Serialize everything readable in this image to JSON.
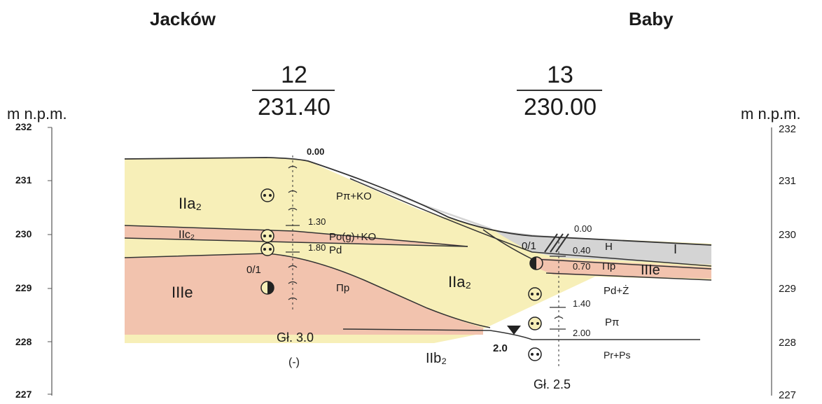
{
  "locations": {
    "left": "Jacków",
    "right": "Baby"
  },
  "boreholes": [
    {
      "number": "12",
      "elevation": "231.40",
      "depth_label": "Gł. 3.0",
      "water_note": "(-)"
    },
    {
      "number": "13",
      "elevation": "230.00",
      "depth_label": "Gł. 2.5"
    }
  ],
  "axis": {
    "unit": "m n.p.m.",
    "ticks": [
      "232",
      "231",
      "230",
      "229",
      "228",
      "227"
    ]
  },
  "depth_marks": {
    "bh12": [
      "0.00",
      "1.30",
      "1.80"
    ],
    "bh13": [
      "0.00",
      "0.40",
      "0.70",
      "1.40",
      "2.00"
    ]
  },
  "water_table": "2.0",
  "soil_labels_bh12": [
    "Pπ+KO",
    "Po(g)+KO",
    "Pd",
    "Πp"
  ],
  "soil_labels_bh13": [
    "H",
    "Πp",
    "Pd+Ż",
    "Pπ",
    "Pr+Ps"
  ],
  "unit_labels": [
    "IIa₂",
    "IIc₂",
    "IIIe",
    "IIa₂",
    "IIb₂",
    "I",
    "IIIe"
  ],
  "contact_labels": [
    "0/1",
    "0/1"
  ],
  "colors": {
    "layer_yellow": "#f7efb8",
    "layer_pink": "#f2c3ae",
    "layer_grey": "#d4d4d4",
    "line": "#333333"
  }
}
